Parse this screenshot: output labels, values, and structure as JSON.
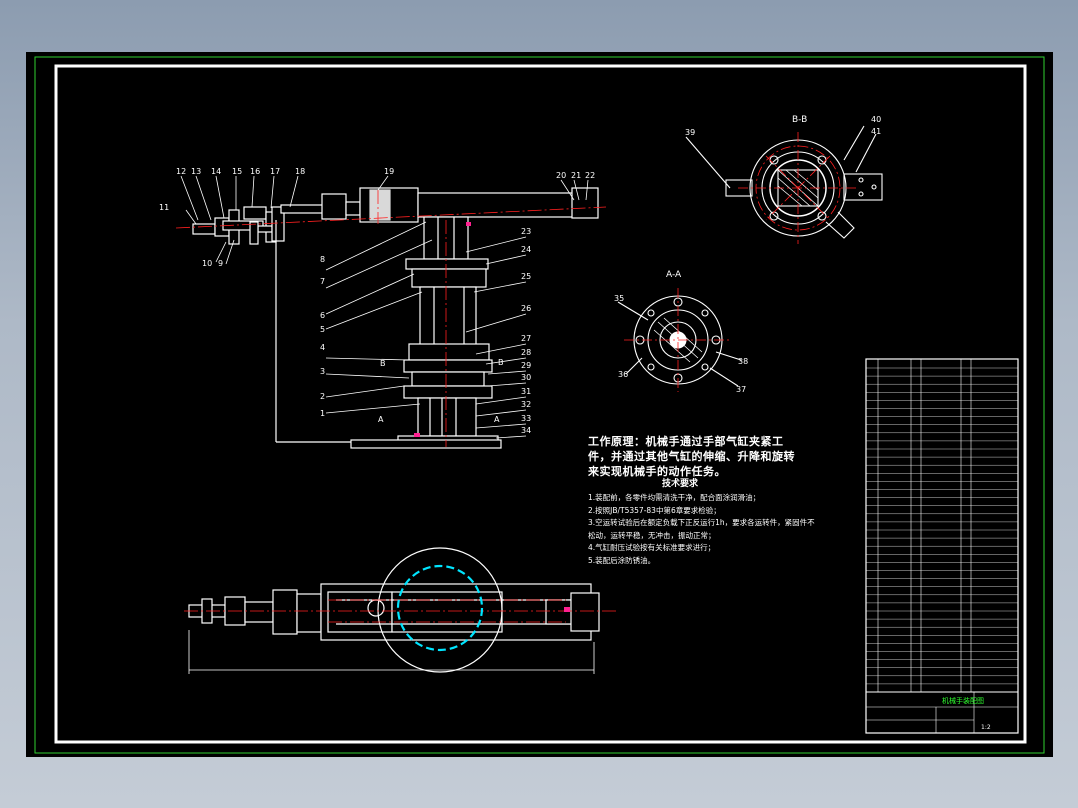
{
  "section_labels": {
    "bb": "B-B",
    "aa": "A-A",
    "a_marker": "A",
    "b_marker": "B"
  },
  "top_callouts": [
    "12",
    "13",
    "14",
    "15",
    "16",
    "17",
    "18",
    "19",
    "20",
    "21",
    "22"
  ],
  "left_callouts": [
    "11",
    "10",
    "9",
    "8",
    "7",
    "6",
    "5",
    "4",
    "3",
    "2",
    "1"
  ],
  "right_callouts": [
    "23",
    "24",
    "25",
    "26",
    "27",
    "28",
    "29",
    "30",
    "31",
    "32",
    "33",
    "34"
  ],
  "bb_callouts": [
    "39",
    "40",
    "41"
  ],
  "aa_callouts": [
    "35",
    "36",
    "37",
    "38"
  ],
  "notes": {
    "working_principle": "工作原理：机械手通过手部气缸夹紧工件，并通过其他气缸的伸缩、升降和旋转来实现机械手的动作任务。",
    "tech_title": "技术要求",
    "requirements": [
      "1.装配前，各零件均需清洗干净，配合面涂润滑油；",
      "2.按照JB/T5357-83中第6章要求检验；",
      "3.空运转试验后在额定负载下正反运行1h，要求各运转件，紧固件不松动，运转平稳，无冲击，振动正常；",
      "4.气缸耐压试验按有关标准要求进行；",
      "5.装配后涂防锈油。"
    ]
  },
  "title_block": {
    "title": "机械手装配图",
    "scale": "1:2"
  },
  "colors": {
    "background_outer": "#9aa8b9",
    "canvas": "#000000",
    "lines": "#ffffff",
    "centerline": "#ff2020",
    "highlight": "#00e5ff",
    "title_text": "#2fff2f"
  }
}
